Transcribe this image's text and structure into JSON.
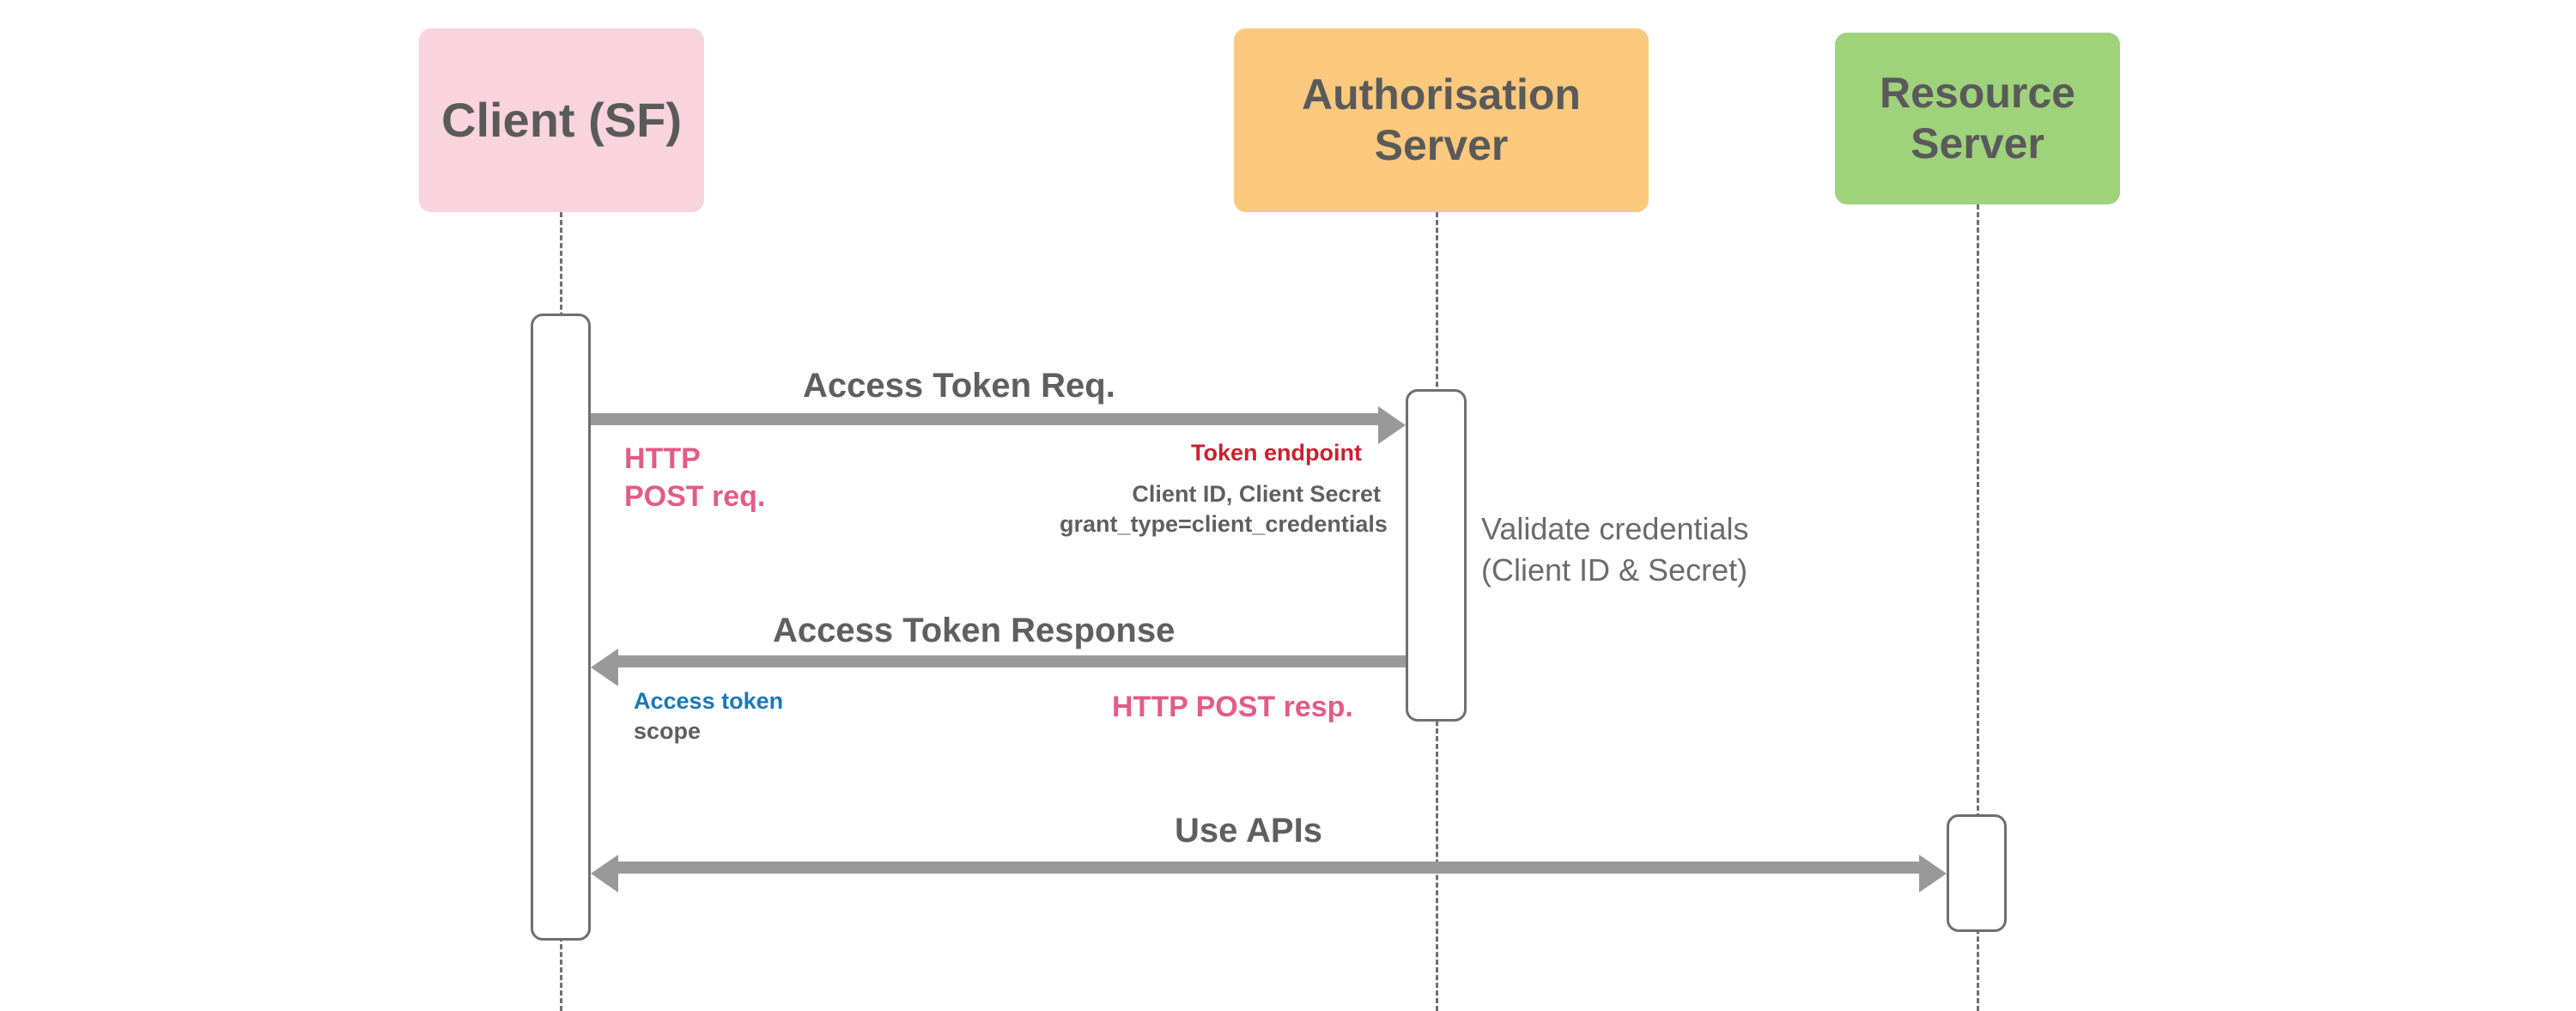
{
  "diagram": {
    "type": "uml-sequence-diagram",
    "title": "OAuth 2.0 Client Credentials Flow",
    "participants": [
      {
        "id": "client",
        "label": "Client (SF)",
        "color": "#f9d3dd"
      },
      {
        "id": "auth",
        "label": "Authorisation Server",
        "color": "#fbc97e"
      },
      {
        "id": "res",
        "label": "Resource Server",
        "color": "#9ed27b"
      }
    ],
    "messages": [
      {
        "id": "m1",
        "label": "Access Token Req.",
        "from": "client",
        "to": "auth",
        "direction": "right",
        "notes": {
          "source": "HTTP\nPOST req.",
          "source_color": "#e25c86",
          "target": "Token endpoint",
          "target_color": "#c8222f",
          "detail_line1": "Client ID, Client Secret",
          "detail_line2": "grant_type=client_credentials",
          "detail_color": "#5f5f5f"
        }
      },
      {
        "id": "m2",
        "label": "Access Token Response",
        "from": "auth",
        "to": "client",
        "direction": "left",
        "notes": {
          "result_primary": "Access token",
          "result_primary_color": "#1a78b8",
          "result_secondary": "scope",
          "result_secondary_color": "#5f5f5f",
          "source": "HTTP POST resp.",
          "source_color": "#e25c86"
        }
      },
      {
        "id": "m3",
        "label": "Use APIs",
        "from": "client",
        "to": "res",
        "direction": "both",
        "notes": {}
      }
    ],
    "annotations": [
      {
        "id": "validate-note",
        "attached_to": "auth",
        "line1": "Validate credentials",
        "line2": "(Client ID & Secret)",
        "color": "#6b6b6b"
      }
    ],
    "palette": {
      "client_box": "#f9d3dd",
      "auth_box": "#fbc97e",
      "resource_box": "#9ed27b",
      "text_gray": "#5f5f5f",
      "arrow_gray": "#999999",
      "lifeline_gray": "#6f6f6f",
      "pink_accent": "#e25c86",
      "red_accent": "#c8222f",
      "blue_accent": "#1a78b8",
      "background": "#ffffff"
    }
  },
  "labels": {
    "client_box": "Client (SF)",
    "auth_box": "Authorisation Server",
    "resource_box": "Resource Server",
    "msg1_title": "Access Token Req.",
    "msg2_title": "Access Token Response",
    "msg3_title": "Use APIs",
    "note_http_post_req_l1": "HTTP",
    "note_http_post_req_l2": "POST req.",
    "note_token_endpoint": "Token endpoint",
    "note_cred_l1": "Client ID, Client Secret",
    "note_cred_l2": "grant_type=client_credentials",
    "note_access_token": "Access token",
    "note_scope": "scope",
    "note_http_post_resp": "HTTP POST resp.",
    "note_validate_l1": "Validate credentials",
    "note_validate_l2": "(Client ID & Secret)"
  }
}
